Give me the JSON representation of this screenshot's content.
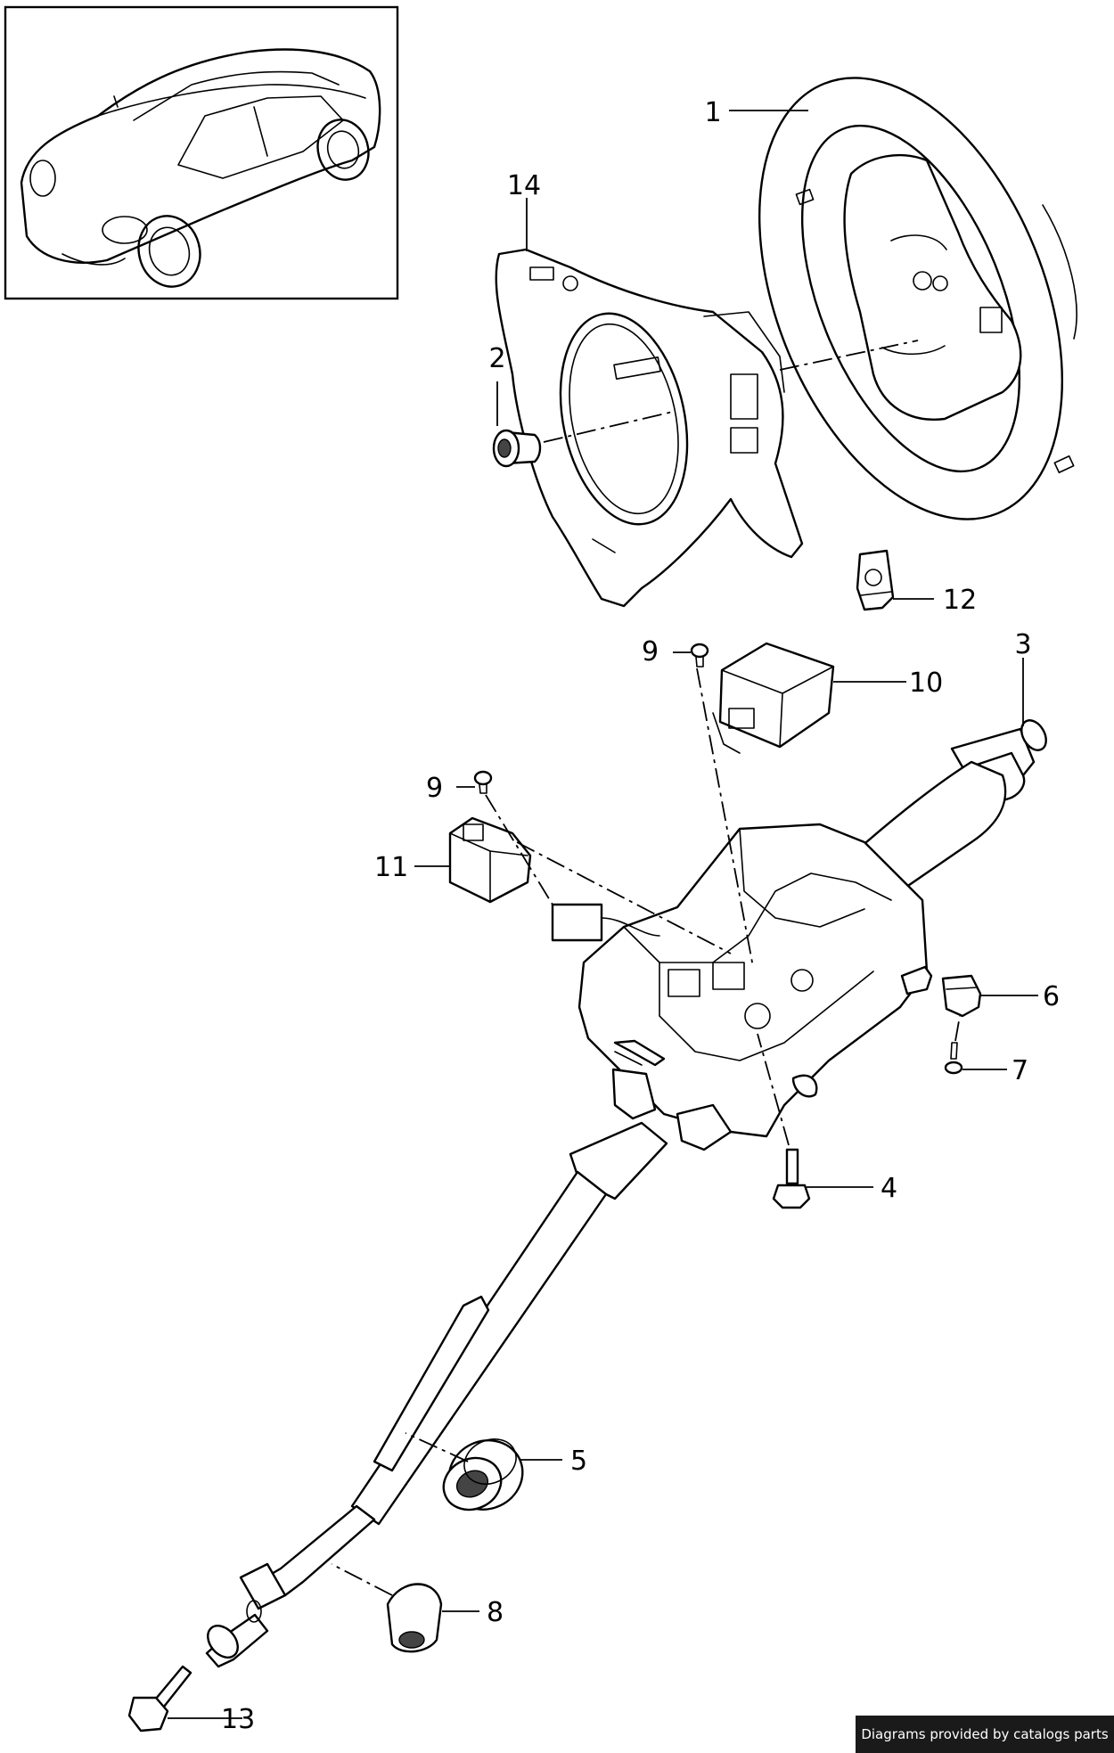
{
  "callouts": [
    {
      "id": "c1",
      "label": "1"
    },
    {
      "id": "c2",
      "label": "2"
    },
    {
      "id": "c3",
      "label": "3"
    },
    {
      "id": "c4",
      "label": "4"
    },
    {
      "id": "c5",
      "label": "5"
    },
    {
      "id": "c6",
      "label": "6"
    },
    {
      "id": "c7",
      "label": "7"
    },
    {
      "id": "c8",
      "label": "8"
    },
    {
      "id": "c9a",
      "label": "9"
    },
    {
      "id": "c9b",
      "label": "9"
    },
    {
      "id": "c10",
      "label": "10"
    },
    {
      "id": "c11",
      "label": "11"
    },
    {
      "id": "c12",
      "label": "12"
    },
    {
      "id": "c13",
      "label": "13"
    },
    {
      "id": "c14",
      "label": "14"
    }
  ],
  "credit": "Diagrams provided by catalogs parts"
}
